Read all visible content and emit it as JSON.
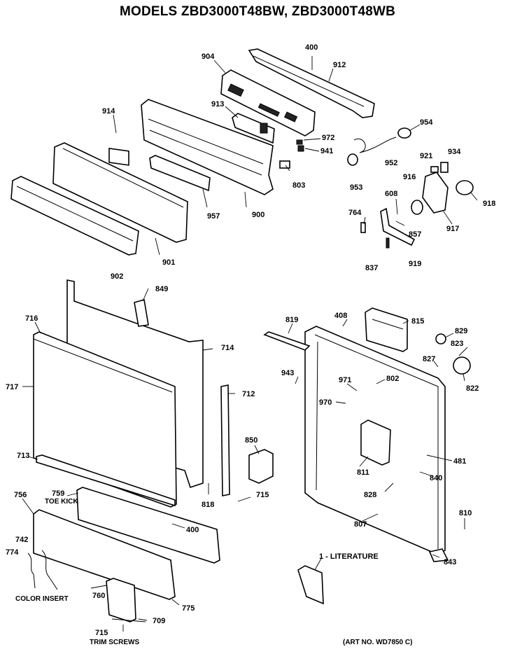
{
  "title": "MODELS ZBD3000T48BW, ZBD3000T48WB",
  "art_number": "(ART NO. WD7850 C)",
  "labels": {
    "p400a": "400",
    "p912": "912",
    "p904": "904",
    "p913": "913",
    "p914": "914",
    "p972": "972",
    "p941": "941",
    "p954": "954",
    "p952": "952",
    "p953": "953",
    "p803": "803",
    "p921": "921",
    "p934": "934",
    "p916": "916",
    "p918": "918",
    "p608": "608",
    "p764": "764",
    "p857": "857",
    "p917": "917",
    "p837": "837",
    "p919": "919",
    "p957": "957",
    "p900": "900",
    "p901": "901",
    "p902": "902",
    "p849": "849",
    "p716": "716",
    "p714": "714",
    "p717": "717",
    "p712": "712",
    "p713": "713",
    "p850": "850",
    "p818": "818",
    "p715a": "715",
    "p756": "756",
    "p759": "759",
    "toe_kick": "TOE KICK",
    "p400b": "400",
    "p742": "742",
    "p774": "774",
    "color_insert": "COLOR INSERT",
    "p760": "760",
    "p775": "775",
    "p709": "709",
    "p715b": "715",
    "trim_screws": "TRIM SCREWS",
    "p408": "408",
    "p819": "819",
    "p815": "815",
    "p829": "829",
    "p823": "823",
    "p827": "827",
    "p943": "943",
    "p971": "971",
    "p802": "802",
    "p970": "970",
    "p822": "822",
    "p481": "481",
    "p811": "811",
    "p840": "840",
    "p828": "828",
    "p810": "810",
    "p807": "807",
    "p843": "843",
    "literature": "1 - LITERATURE"
  }
}
